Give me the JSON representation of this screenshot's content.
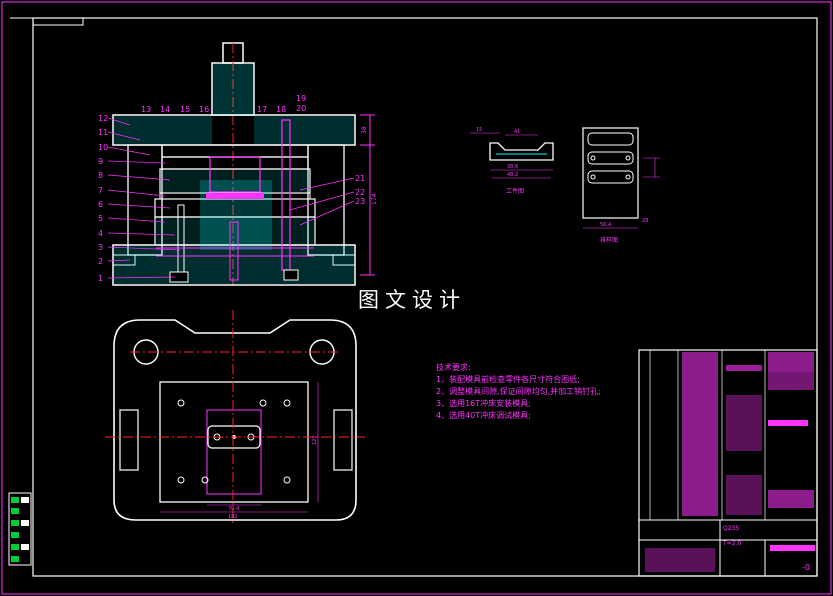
{
  "drawing": {
    "watermark": "图文设计",
    "section_balloons_left": [
      "12",
      "11",
      "10",
      "9",
      "8",
      "7",
      "6",
      "5",
      "4",
      "3",
      "2",
      "1"
    ],
    "section_balloons_top": [
      "13",
      "14",
      "15",
      "16",
      "17",
      "18",
      "19",
      "20"
    ],
    "section_balloons_right": [
      "21",
      "22",
      "23"
    ],
    "section_dims_right": [
      "38",
      "174"
    ],
    "part_view_label": "工件图",
    "layout_view_label": "排样图",
    "part_dims": [
      "48.2",
      "38.6",
      "41",
      "15"
    ],
    "layout_dims": [
      "28",
      "56.4"
    ],
    "plan_dims": [
      "120",
      "182",
      "70.4"
    ],
    "tech_notes": {
      "heading": "技术要求:",
      "items": [
        "1、装配模具前检查零件各尺寸符合图纸;",
        "2、调整模具间隙,保证间隙均匀,并加工销钉孔;",
        "3、选用16T冲床安装模具;",
        "4、选用40T冲床调试模具;"
      ]
    },
    "title_block": {
      "material_label": "Q235",
      "thickness": "T=2.0",
      "sheet_code": "-0"
    },
    "colors": {
      "background": "#000000",
      "outline": "#ffffff",
      "dimension": "#ff33ff",
      "hatch": "#00ffff",
      "centerline": "#ff2222",
      "title_fill": "#ff33ff"
    }
  }
}
